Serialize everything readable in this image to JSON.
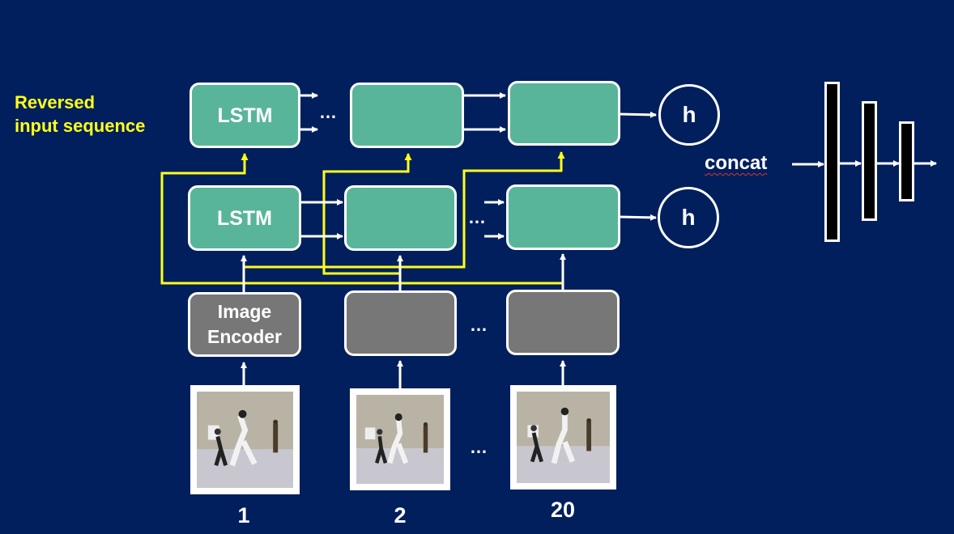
{
  "side_label": {
    "line1": "Reversed",
    "line2": "input sequence"
  },
  "lstm_label": "LSTM",
  "encoder_label": {
    "line1": "Image",
    "line2": "Encoder"
  },
  "hidden_label": "h",
  "ellipsis": "…",
  "concat_label": "concat",
  "frame_numbers": [
    "1",
    "2",
    "20"
  ],
  "colors": {
    "background": "#001f5c",
    "lstm_cell": "#59b59a",
    "encoder_cell": "#777777",
    "reverse_path": "#ffff1a",
    "stroke": "#ffffff"
  },
  "icons": {
    "frame_image": "fencing-photo",
    "fc_layer": "vertical-bar"
  }
}
